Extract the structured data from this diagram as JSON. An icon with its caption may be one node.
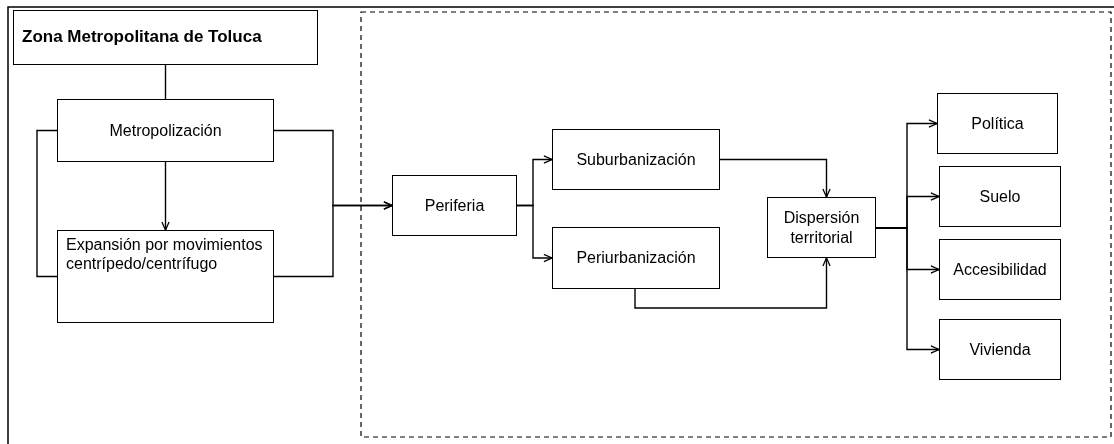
{
  "diagram": {
    "nodes": [
      {
        "text": [
          "Zona Metropolitana de Toluca"
        ]
      },
      {
        "text": [
          "Metropolización"
        ]
      },
      {
        "text": [
          "Expansión por movimientos centrípedo/centrífugo"
        ]
      },
      {
        "text": [
          "Periferia"
        ]
      },
      {
        "text": [
          "Suburbanización"
        ]
      },
      {
        "text": [
          "Periurbanización"
        ]
      },
      {
        "text": [
          "Dispersión territorial"
        ]
      },
      {
        "text": [
          "Política"
        ]
      },
      {
        "text": [
          "Suelo"
        ]
      },
      {
        "text": [
          "Accesibilidad"
        ]
      },
      {
        "text": [
          "Vivienda"
        ]
      }
    ],
    "edges": [
      {
        "from": 0,
        "to": 1,
        "arrow": "none"
      },
      {
        "from": 1,
        "to": 2,
        "arrow": "to"
      },
      {
        "from": 1,
        "to": 2,
        "arrow": "none"
      },
      {
        "from": 1,
        "to": 3,
        "arrow": "to"
      },
      {
        "from": 2,
        "to": 3,
        "arrow": "to"
      },
      {
        "from": 3,
        "to": 4,
        "arrow": "to"
      },
      {
        "from": 3,
        "to": 5,
        "arrow": "to"
      },
      {
        "from": 4,
        "to": 6,
        "arrow": "to"
      },
      {
        "from": 5,
        "to": 6,
        "arrow": "to"
      },
      {
        "from": 6,
        "to": 7,
        "arrow": "to"
      },
      {
        "from": 6,
        "to": 8,
        "arrow": "to"
      },
      {
        "from": 6,
        "to": 9,
        "arrow": "to"
      },
      {
        "from": 6,
        "to": 10,
        "arrow": "to"
      }
    ]
  }
}
